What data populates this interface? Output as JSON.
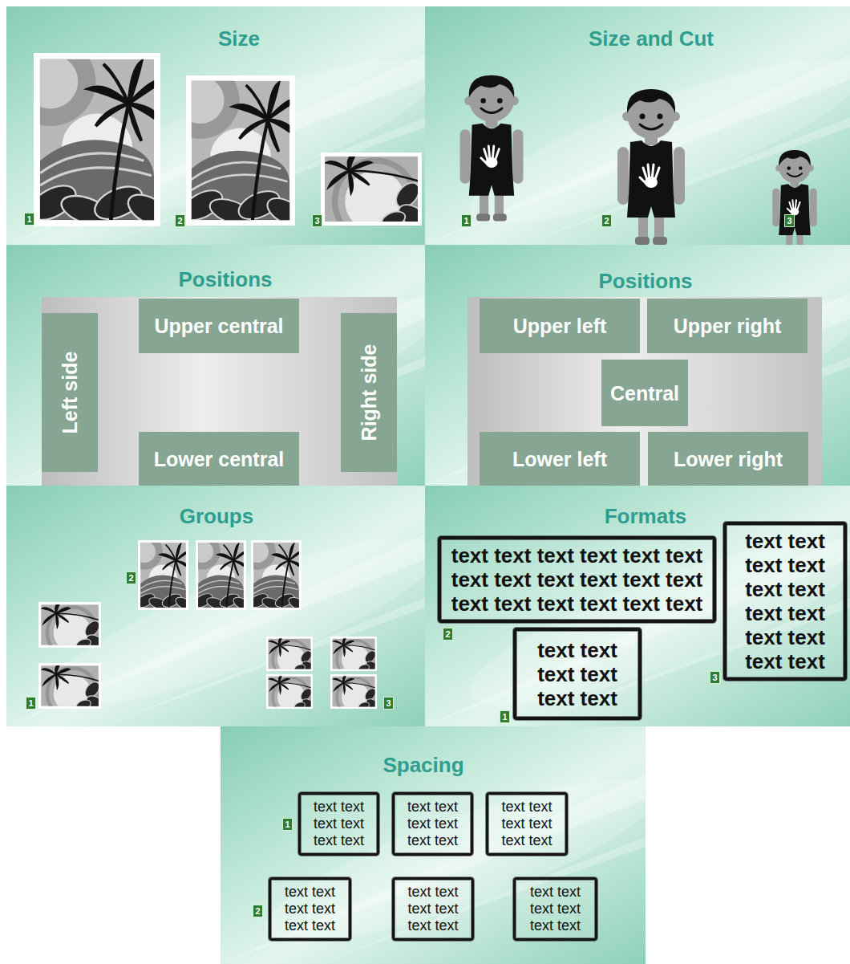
{
  "diagram": {
    "nodes": [
      {
        "text": [
          "Size"
        ]
      },
      {
        "text": [
          "Size and Cut"
        ]
      },
      {
        "text": [
          "Positions"
        ]
      },
      {
        "text": [
          "Upper central"
        ],
        "in": 2
      },
      {
        "text": [
          "Left side"
        ],
        "in": 2
      },
      {
        "text": [
          "Right side"
        ],
        "in": 2
      },
      {
        "text": [
          "Lower central"
        ],
        "in": 2
      },
      {
        "text": [
          "Positions"
        ]
      },
      {
        "text": [
          "Upper left"
        ],
        "in": 7
      },
      {
        "text": [
          "Upper right"
        ],
        "in": 7
      },
      {
        "text": [
          "Central"
        ],
        "in": 7
      },
      {
        "text": [
          "Lower left"
        ],
        "in": 7
      },
      {
        "text": [
          "Lower right"
        ],
        "in": 7
      },
      {
        "text": [
          "Groups"
        ]
      },
      {
        "text": [
          "Formats"
        ]
      },
      {
        "text": [
          "text text text text text text text text text text text text text text text text text text"
        ],
        "in": 14
      },
      {
        "text": [
          "text text text text text text text text text text text text"
        ],
        "in": 14
      },
      {
        "text": [
          "text text text text text text"
        ],
        "in": 14
      },
      {
        "text": [
          "Spacing"
        ]
      },
      {
        "text": [
          "text text text text text text"
        ],
        "in": 18
      },
      {
        "text": [
          "text text text text text text"
        ],
        "in": 18
      },
      {
        "text": [
          "text text text text text text"
        ],
        "in": 18
      },
      {
        "text": [
          "text text text text text text"
        ],
        "in": 18
      },
      {
        "text": [
          "text text text text text text"
        ],
        "in": 18
      },
      {
        "text": [
          "text text text text text text"
        ],
        "in": 18
      }
    ],
    "labels": [
      "1",
      "2",
      "3",
      "1",
      "2",
      "3",
      "2",
      "1",
      "3",
      "2",
      "3",
      "1",
      "1",
      "2"
    ]
  }
}
